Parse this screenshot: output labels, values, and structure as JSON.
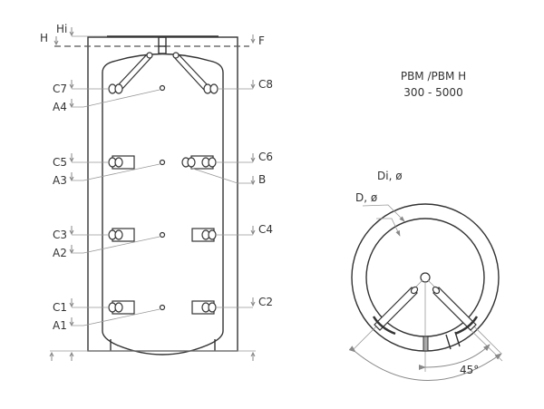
{
  "title": {
    "line1": "PBM /PBM H",
    "line2": "300 - 5000"
  },
  "labels_left": [
    {
      "id": "Hi",
      "text": "Hi"
    },
    {
      "id": "H",
      "text": "H"
    },
    {
      "id": "C7",
      "text": "C7"
    },
    {
      "id": "A4",
      "text": "A4"
    },
    {
      "id": "C5",
      "text": "C5"
    },
    {
      "id": "A3",
      "text": "A3"
    },
    {
      "id": "C3",
      "text": "C3"
    },
    {
      "id": "A2",
      "text": "A2"
    },
    {
      "id": "C1",
      "text": "C1"
    },
    {
      "id": "A1",
      "text": "A1"
    }
  ],
  "labels_right": [
    {
      "id": "F",
      "text": "F"
    },
    {
      "id": "C8",
      "text": "C8"
    },
    {
      "id": "C6",
      "text": "C6"
    },
    {
      "id": "B",
      "text": "B"
    },
    {
      "id": "C4",
      "text": "C4"
    },
    {
      "id": "C2",
      "text": "C2"
    }
  ],
  "top_view": {
    "di_label": "Di, ø",
    "d_label": "D, ø",
    "angle_label": "45°"
  }
}
